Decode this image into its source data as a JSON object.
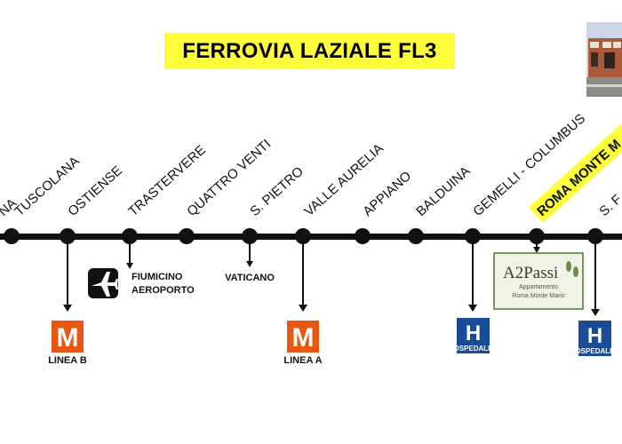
{
  "title": "FERROVIA LAZIALE FL3",
  "stations": [
    {
      "name": "NA",
      "highlight": false
    },
    {
      "name": "TUSCOLANA",
      "highlight": false
    },
    {
      "name": "OSTIENSE",
      "highlight": false
    },
    {
      "name": "TRASTERVERE",
      "highlight": false
    },
    {
      "name": "QUATTRO VENTI",
      "highlight": false
    },
    {
      "name": "S. PIETRO",
      "highlight": false
    },
    {
      "name": "VALLE AURELIA",
      "highlight": false
    },
    {
      "name": "APPIANO",
      "highlight": false
    },
    {
      "name": "BALDUINA",
      "highlight": false
    },
    {
      "name": "GEMELLI - COLUMBUS",
      "highlight": false
    },
    {
      "name": "ROMA MONTE M",
      "highlight": true
    },
    {
      "name": "S. F",
      "highlight": false
    }
  ],
  "connections": {
    "fiumicino": {
      "line1": "FIUMICINO",
      "line2": "AEROPORTO",
      "icon": "airplane-icon"
    },
    "vaticano": {
      "label": "VATICANO"
    },
    "metro_b": {
      "letter": "M",
      "label": "LINEA B",
      "icon": "metro-icon"
    },
    "metro_a": {
      "letter": "M",
      "label": "LINEA A",
      "icon": "metro-icon"
    },
    "hospital_1": {
      "letter": "H",
      "label": "OSPEDALE",
      "icon": "hospital-icon"
    },
    "hospital_2": {
      "letter": "H",
      "label": "OSPEDALE",
      "icon": "hospital-icon"
    },
    "a2passi": {
      "brand": "A2Passi",
      "line1": "Appartamento",
      "line2": "Roma Monte Mario",
      "icon": "footprints-icon"
    }
  },
  "colors": {
    "title_bg": "#fdfd3a",
    "highlight_bg": "#fdfd3a",
    "line": "#111111",
    "metro": "#e8560f",
    "hospital": "#1a4b96",
    "a2passi_border": "#4a7a2a",
    "a2passi_bg": "#eef3e6"
  }
}
